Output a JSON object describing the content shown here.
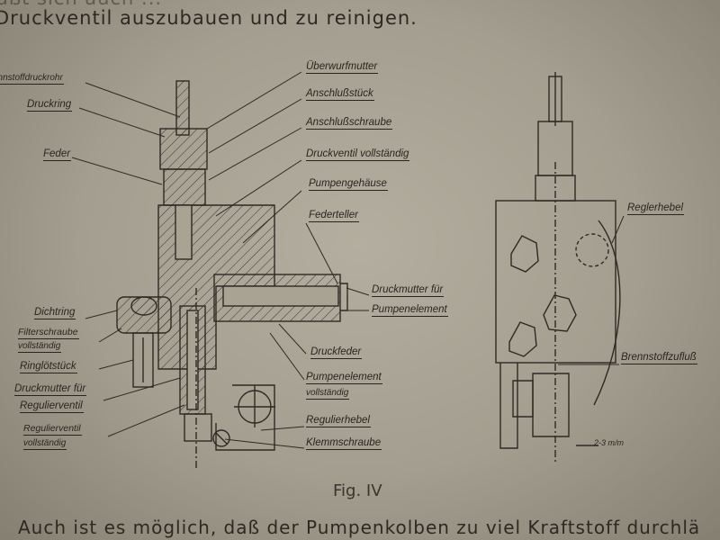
{
  "text": {
    "top_line_partial": "äßt sich auch ...",
    "top_line": "Druckventil auszubauen und zu reinigen.",
    "bottom_line": "Auch ist es möglich, daß der Pumpenkolben zu viel Kraftstoff durchlä"
  },
  "figure": {
    "caption": "Fig. IV",
    "left_labels": {
      "brennstoffdruckrohr": "Brennstoffdruckrohr",
      "druckring": "Druckring",
      "feder": "Feder",
      "dichtring": "Dichtring",
      "filterschraube_1": "Filterschraube",
      "filterschraube_2": "vollständig",
      "ringloetstueck": "Ringlötstück",
      "druckmutter_rv_1": "Druckmutter für",
      "druckmutter_rv_2": "Regulierventil",
      "regulierventil_1": "Regulierventil",
      "regulierventil_2": "vollständig"
    },
    "right_labels": {
      "ueberwurfmutter": "Überwurfmutter",
      "anschlussstueck": "Anschlußstück",
      "anschlussschraube": "Anschlußschraube",
      "druckventil": "Druckventil vollständig",
      "pumpengehaeuse": "Pumpengehäuse",
      "federteller": "Federteller",
      "druckmutter_pe_1": "Druckmutter für",
      "druckmutter_pe_2": "Pumpenelement",
      "druckfeder": "Druckfeder",
      "pumpenelement_1": "Pumpenelement",
      "pumpenelement_2": "vollständig",
      "regulierhebel": "Regulierhebel",
      "klemmschraube": "Klemmschraube"
    },
    "side_view_labels": {
      "reglerhebel": "Reglerhebel",
      "brennstoffzufluss": "Brennstoffzufluß",
      "dimension": "2-3 m/m"
    }
  }
}
